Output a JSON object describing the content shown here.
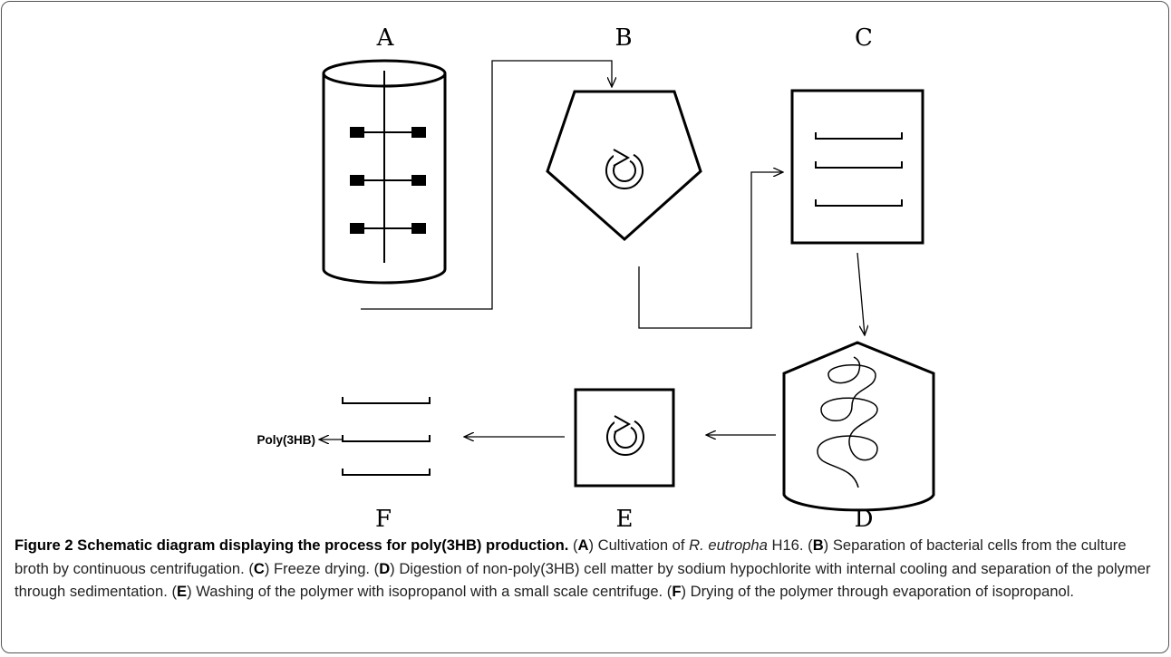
{
  "figure": {
    "stage_labels": {
      "A": "A",
      "B": "B",
      "C": "C",
      "D": "D",
      "E": "E",
      "F": "F"
    },
    "product_label": "Poly(3HB)",
    "caption": {
      "title": "Figure 2 Schematic diagram displaying the process for poly(3HB) production.",
      "items": [
        {
          "letter": "A",
          "pre": "Cultivation of ",
          "italic": "R. eutropha",
          "post": " H16."
        },
        {
          "letter": "B",
          "pre": "Separation of bacterial cells from the culture broth by continuous centrifugation.",
          "italic": "",
          "post": ""
        },
        {
          "letter": "C",
          "pre": "Freeze drying.",
          "italic": "",
          "post": ""
        },
        {
          "letter": "D",
          "pre": "Digestion of non-poly(3HB) cell matter by sodium hypochlorite with internal cooling and separation of the polymer through sedimentation.",
          "italic": "",
          "post": ""
        },
        {
          "letter": "E",
          "pre": "Washing of the polymer with isopropanol with a small scale centrifuge.",
          "italic": "",
          "post": ""
        },
        {
          "letter": "F",
          "pre": "Drying of the polymer through evaporation of isopropanol.",
          "italic": "",
          "post": ""
        }
      ]
    }
  }
}
